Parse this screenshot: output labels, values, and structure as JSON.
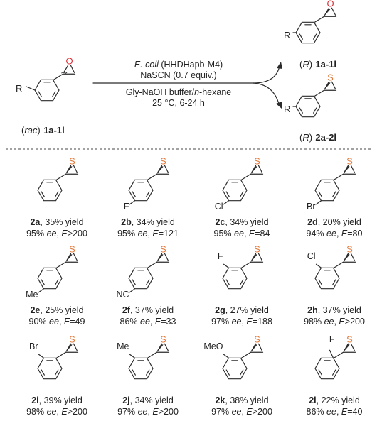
{
  "reaction": {
    "substrate": {
      "rac": "rac",
      "name": "1a-1l",
      "group": "R"
    },
    "conditions": {
      "line1_species": "E. coli",
      "line1_rest": " (HHDHapb-M4)",
      "line2": "NaSCN (0.7 equiv.)",
      "line3_a": "Gly-NaOH buffer/",
      "line3_n": "n",
      "line3_b": "-hexane",
      "line4": "25 °C, 6-24 h"
    },
    "product_epoxide": {
      "config": "R",
      "name": "1a-1l",
      "group": "R",
      "hetero": "O"
    },
    "product_thiirane": {
      "config": "R",
      "name": "2a-2l",
      "group": "R",
      "hetero": "S"
    }
  },
  "compounds": [
    {
      "id": "2a",
      "yield": ", 35% yield",
      "ee": "95%",
      "E": ">200",
      "sub": "",
      "pos": ""
    },
    {
      "id": "2b",
      "yield": ", 34% yield",
      "ee": "95%",
      "E": "=121",
      "sub": "F",
      "pos": "para"
    },
    {
      "id": "2c",
      "yield": ", 34% yield",
      "ee": "95%",
      "E": "=84",
      "sub": "Cl",
      "pos": "para"
    },
    {
      "id": "2d",
      "yield": ", 20% yield",
      "ee": "94%",
      "E": "=80",
      "sub": "Br",
      "pos": "para"
    },
    {
      "id": "2e",
      "yield": ", 25% yield",
      "ee": "90%",
      "E": "=49",
      "sub": "Me",
      "pos": "para"
    },
    {
      "id": "2f",
      "yield": ", 37% yield",
      "ee": "86%",
      "E": "=33",
      "sub": "NC",
      "pos": "para"
    },
    {
      "id": "2g",
      "yield": ", 27% yield",
      "ee": "97%",
      "E": "=188",
      "sub": "F",
      "pos": "meta"
    },
    {
      "id": "2h",
      "yield": ", 37% yield",
      "ee": "98%",
      "E": ">200",
      "sub": "Cl",
      "pos": "meta"
    },
    {
      "id": "2i",
      "yield": ", 39% yield",
      "ee": "98%",
      "E": ">200",
      "sub": "Br",
      "pos": "meta"
    },
    {
      "id": "2j",
      "yield": ", 34% yield",
      "ee": "97%",
      "E": ">200",
      "sub": "Me",
      "pos": "meta"
    },
    {
      "id": "2k",
      "yield": ", 38% yield",
      "ee": "97%",
      "E": ">200",
      "sub": "MeO",
      "pos": "meta"
    },
    {
      "id": "2l",
      "yield": ", 22% yield",
      "ee": "86%",
      "E": "=40",
      "sub": "F",
      "pos": "ortho"
    }
  ],
  "text": {
    "ee": "ee",
    "E": "E"
  },
  "colors": {
    "sulfur": "#e07b3c",
    "oxygen": "#d9343a",
    "bond": "#2b2b2b"
  }
}
